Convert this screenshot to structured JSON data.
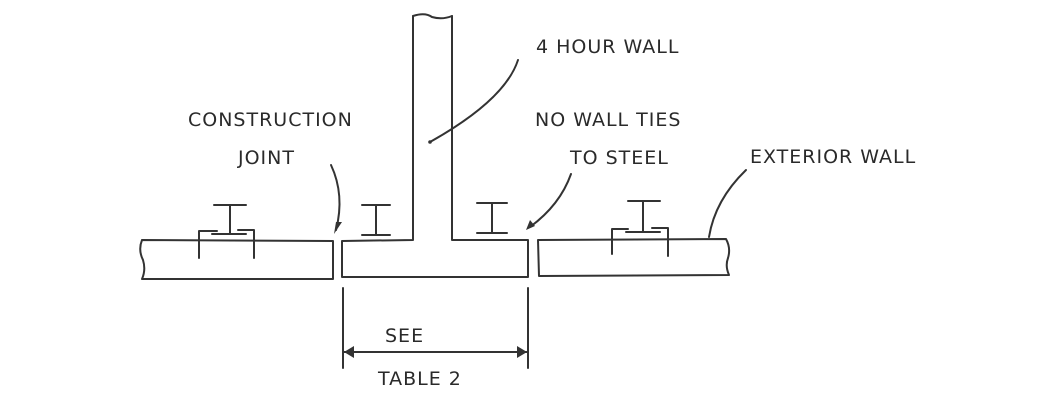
{
  "labels": {
    "hour_wall": "4 HOUR WALL",
    "construction_joint_1": "CONSTRUCTION",
    "construction_joint_2": "JOINT",
    "no_wall_ties_1": "NO WALL TIES",
    "no_wall_ties_2": "TO STEEL",
    "exterior_wall": "EXTERIOR WALL",
    "dimension_1": "SEE",
    "dimension_2": "TABLE 2"
  }
}
